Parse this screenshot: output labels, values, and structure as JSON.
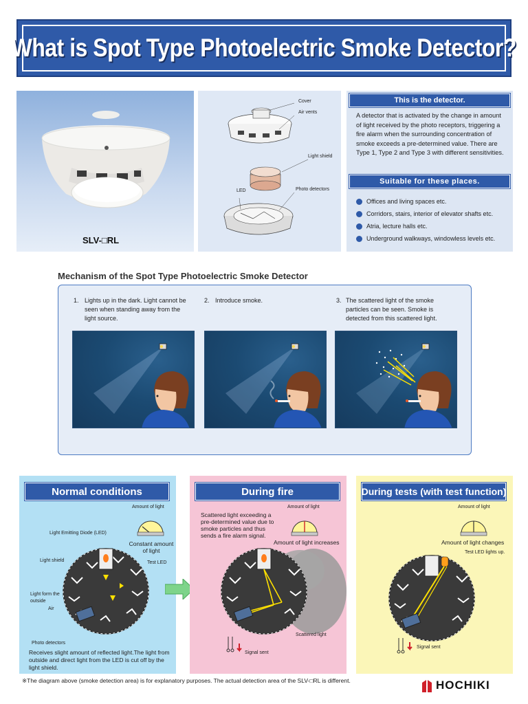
{
  "title": "What is Spot Type Photoelectric Smoke Detector?",
  "product": {
    "model": "SLV-□RL"
  },
  "exploded": {
    "cover": "Cover",
    "air_vents": "Air vents",
    "light_shield": "Light shield",
    "led": "LED",
    "photo_detectors": "Photo detectors"
  },
  "info": {
    "header": "This is the detector.",
    "description": "A detector that is activated by the change in amount of light received by the photo receptors, triggering a fire alarm when the surrounding concentration of smoke exceeds a pre-determined value. There are Type 1, Type 2 and Type 3 with different sensitivities.",
    "places_header": "Suitable for these places.",
    "places": [
      "Offices and living spaces etc.",
      "Corridors, stairs, interior of elevator shafts etc.",
      "Atria, lecture halls etc.",
      "Underground walkways, windowless levels etc."
    ],
    "accent_color": "#2f5aa8"
  },
  "mechanism": {
    "title": "Mechanism of the Spot Type Photoelectric Smoke Detector",
    "steps": [
      {
        "num": "1.",
        "text": "Lights up in the dark. Light cannot be seen when standing away from the light source."
      },
      {
        "num": "2.",
        "text": "Introduce smoke."
      },
      {
        "num": "3.",
        "text": "The scattered light of the smoke particles can be seen. Smoke is detected from this scattered light."
      }
    ]
  },
  "conditions": {
    "normal": {
      "header": "Normal conditions",
      "amount_of_light": "Amount of light",
      "constant": "Constant amount of light",
      "led_label": "Light Emitting Diode (LED)",
      "light_shield": "Light shield",
      "test_led": "Test LED",
      "light_form": "Light form the outside",
      "air": "Air",
      "photo_detectors": "Photo detectors",
      "note": "Receives slight amount of reflected light.The light from outside and direct light from the LED is cut off by the light shield."
    },
    "fire": {
      "header": "During fire",
      "description": "Scattered light exceeding a pre-determined value due to smoke particles and thus sends a fire alarm signal.",
      "amount_of_light": "Amount of light",
      "increases": "Amount of light increases",
      "scattered": "Scattered light",
      "signal": "Signal sent"
    },
    "test": {
      "header": "During tests (with test function)",
      "amount_of_light": "Amount of light",
      "changes": "Amount of light changes",
      "test_led": "Test LED lights up.",
      "signal": "Signal sent"
    }
  },
  "footnote": "※The diagram above (smoke detection area) is for explanatory purposes. The actual detection area of the SLV-□RL is different.",
  "brand": "HOCHIKI",
  "colors": {
    "brand_red": "#d0202a",
    "panel_blue": "#b3e0f4",
    "panel_pink": "#f6c5d6",
    "panel_yellow": "#fbf6b8"
  }
}
